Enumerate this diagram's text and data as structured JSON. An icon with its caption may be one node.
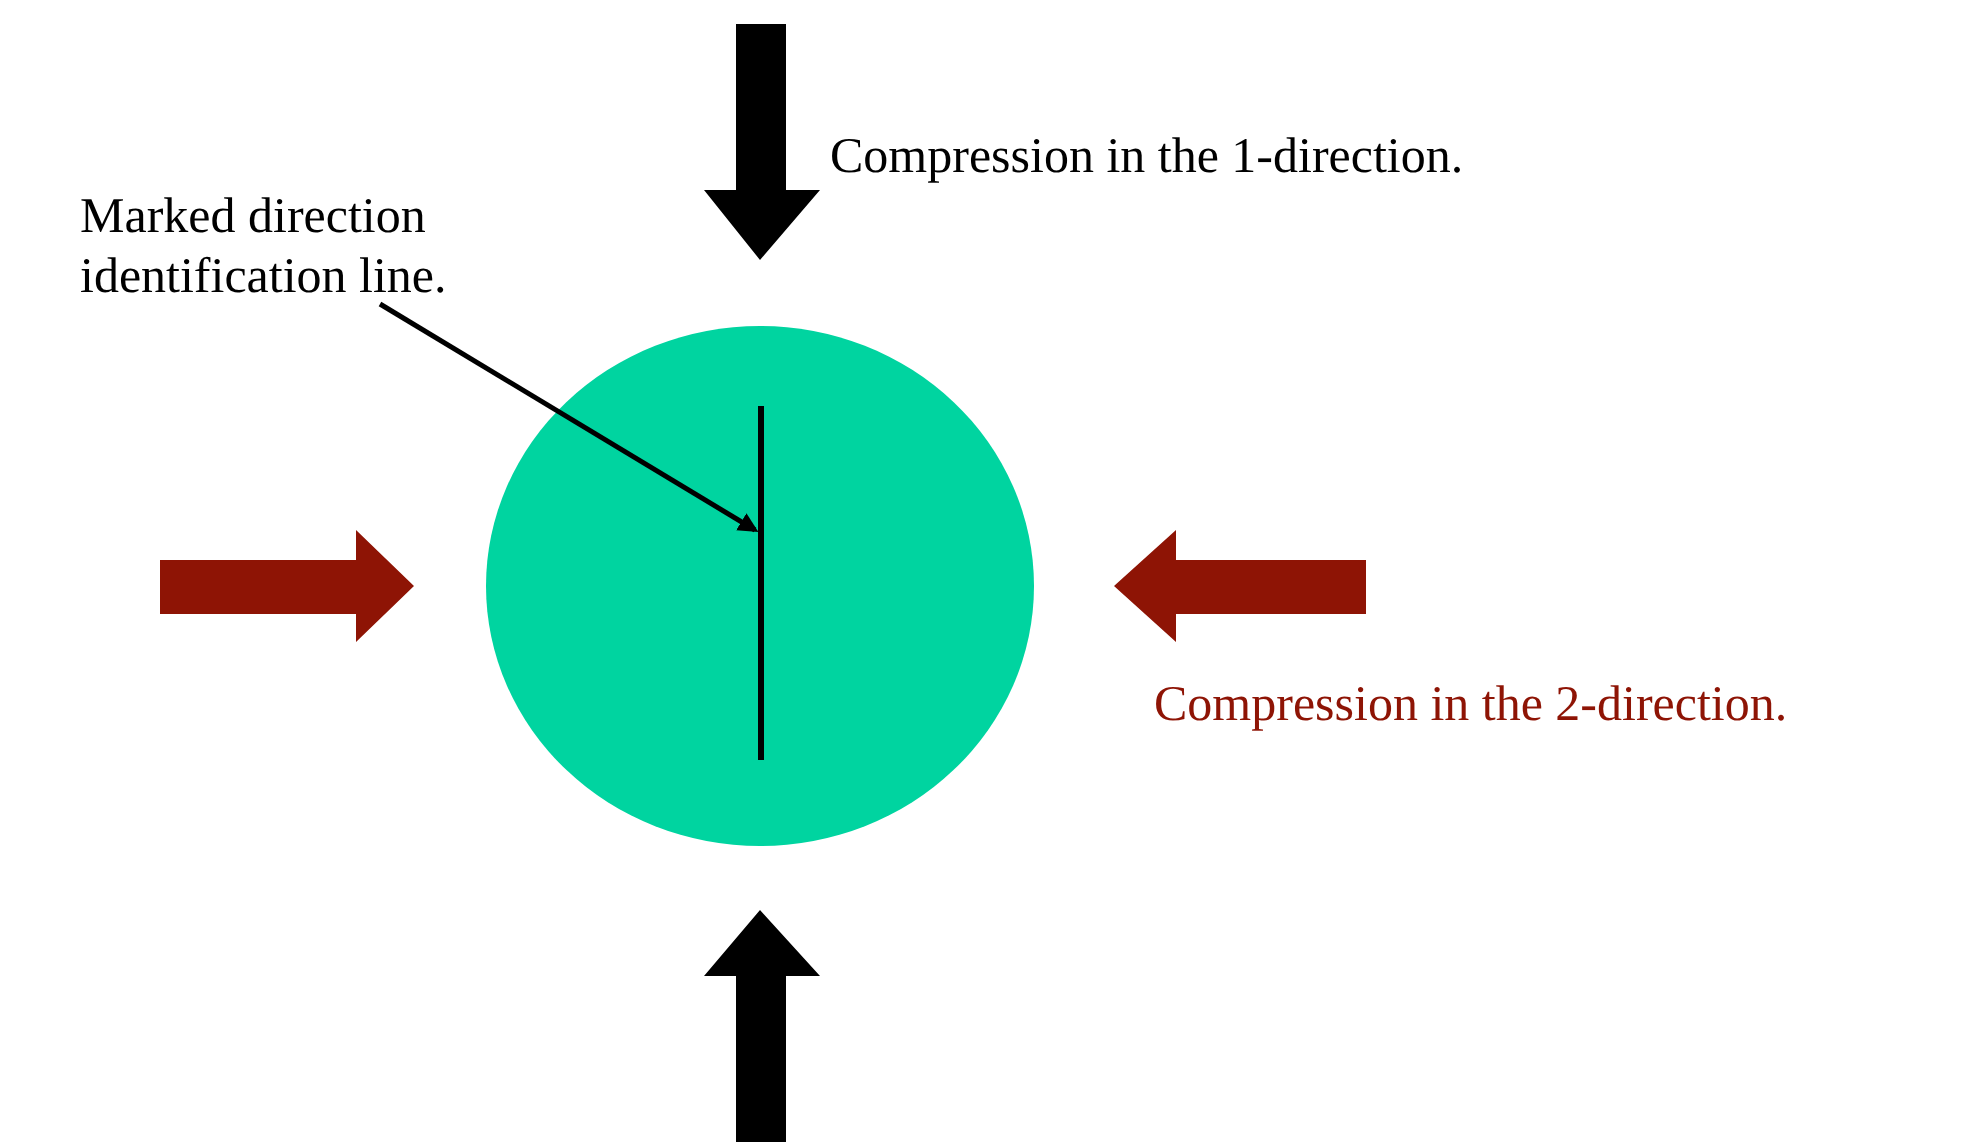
{
  "diagram": {
    "nodes": [
      {
        "text": [],
        "shape": "circle"
      },
      {
        "text": [],
        "shape": "bar",
        "in": 0
      },
      {
        "text": [
          "Marked direction identification line."
        ]
      }
    ],
    "edges": [
      {
        "from": 2,
        "to": 1,
        "arrow": "to"
      }
    ],
    "labels": [
      "Compression in the 1-direction.",
      "Compression in the 2-direction."
    ]
  }
}
